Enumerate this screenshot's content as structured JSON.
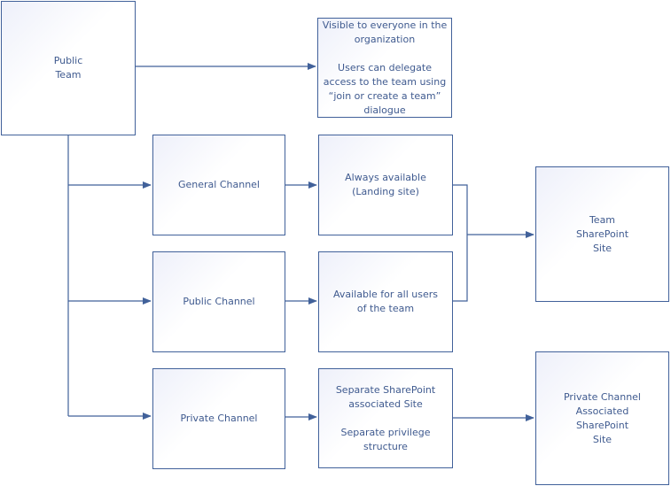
{
  "nodes": {
    "public_team": "Public\nTeam",
    "team_info": "Visible to everyone in the organization\n\nUsers can delegate access to the team using “join or create a team” dialogue",
    "general_channel": "General Channel",
    "general_info": "Always available\n(Landing site)",
    "public_channel": "Public Channel",
    "public_info": "Available for all users of the team",
    "private_channel": "Private Channel",
    "private_info": "Separate SharePoint associated Site\n\nSeparate privilege structure",
    "team_site": "Team\nSharePoint\nSite",
    "private_site": "Private Channel\nAssociated\nSharePoint\nSite"
  }
}
